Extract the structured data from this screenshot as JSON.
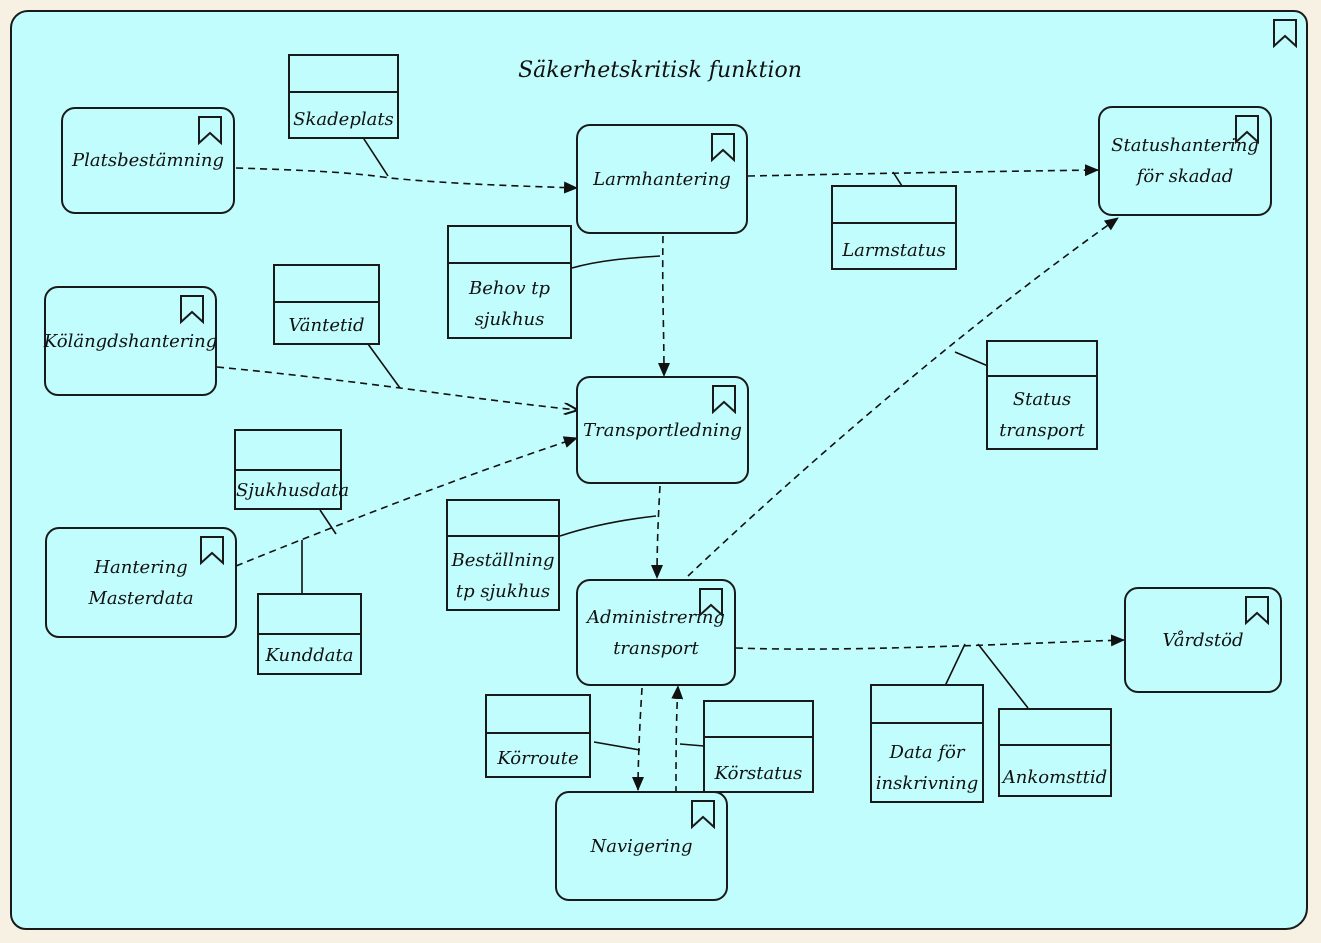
{
  "diagram": {
    "title": "Säkerhetskritisk funktion",
    "functions": {
      "platsbestamning": "Platsbestämning",
      "larmhantering": "Larmhantering",
      "statushantering": "Statushantering\nför skadad",
      "kolangdshantering": "Kölängdshantering",
      "transportledning": "Transportledning",
      "hantering_masterdata": "Hantering\nMasterdata",
      "administrering_transport": "Administrering\ntransport",
      "vardstod": "Vårdstöd",
      "navigering": "Navigering"
    },
    "data_objects": {
      "skadeplats": "Skadeplats",
      "larmstatus": "Larmstatus",
      "behov_tp_sjukhus": "Behov tp\nsjukhus",
      "vantetid": "Väntetid",
      "status_transport": "Status\ntransport",
      "sjukhusdata": "Sjukhusdata",
      "bestallning_tp_sjukhus": "Beställning\ntp sjukhus",
      "kunddata": "Kunddata",
      "korroute": "Körroute",
      "korstatus": "Körstatus",
      "data_for_inskrivning": "Data för\ninskrivning",
      "ankomsttid": "Ankomsttid"
    }
  }
}
